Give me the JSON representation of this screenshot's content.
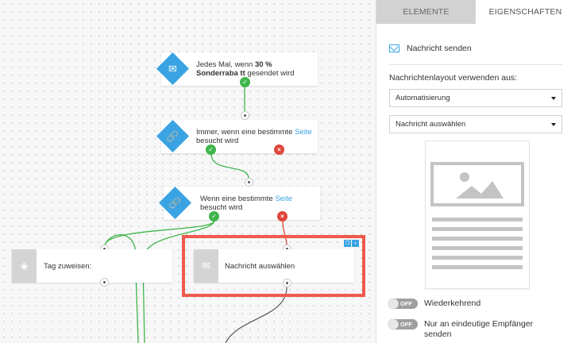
{
  "canvas": {
    "nodes": {
      "trigger1": {
        "pre": "Jedes Mal, wenn ",
        "bold": "30 % Sonderraba tt",
        "post": " gesendet wird"
      },
      "trigger2": {
        "pre": "Immer, wenn eine bestimmte ",
        "link": "Seite",
        "post": " besucht wird"
      },
      "condition": {
        "pre": "Wenn eine bestimmte ",
        "link": "Seite",
        "post": " besucht wird"
      },
      "tag": {
        "label": "Tag zuweisen:"
      },
      "message": {
        "label": "Nachricht auswählen"
      }
    },
    "badges": {
      "yes": "✓",
      "no": "×"
    },
    "colors": {
      "accent": "#3aa3e3",
      "success": "#3fb54a",
      "error": "#e0453a",
      "highlight": "#ef5a4d"
    }
  },
  "panel": {
    "tabs": [
      {
        "label": "ELEMENTE",
        "active": false
      },
      {
        "label": "EIGENSCHAFTEN",
        "active": true
      }
    ],
    "title": "Nachricht senden",
    "layout_label": "Nachrichtenlayout verwenden aus:",
    "select_source": {
      "value": "Automatisierung"
    },
    "select_message": {
      "value": "Nachricht auswählen"
    },
    "toggles": [
      {
        "state": "OFF",
        "label": "Wiederkehrend"
      },
      {
        "state": "OFF",
        "label": "Nur an eindeutige Empfänger senden"
      }
    ]
  }
}
